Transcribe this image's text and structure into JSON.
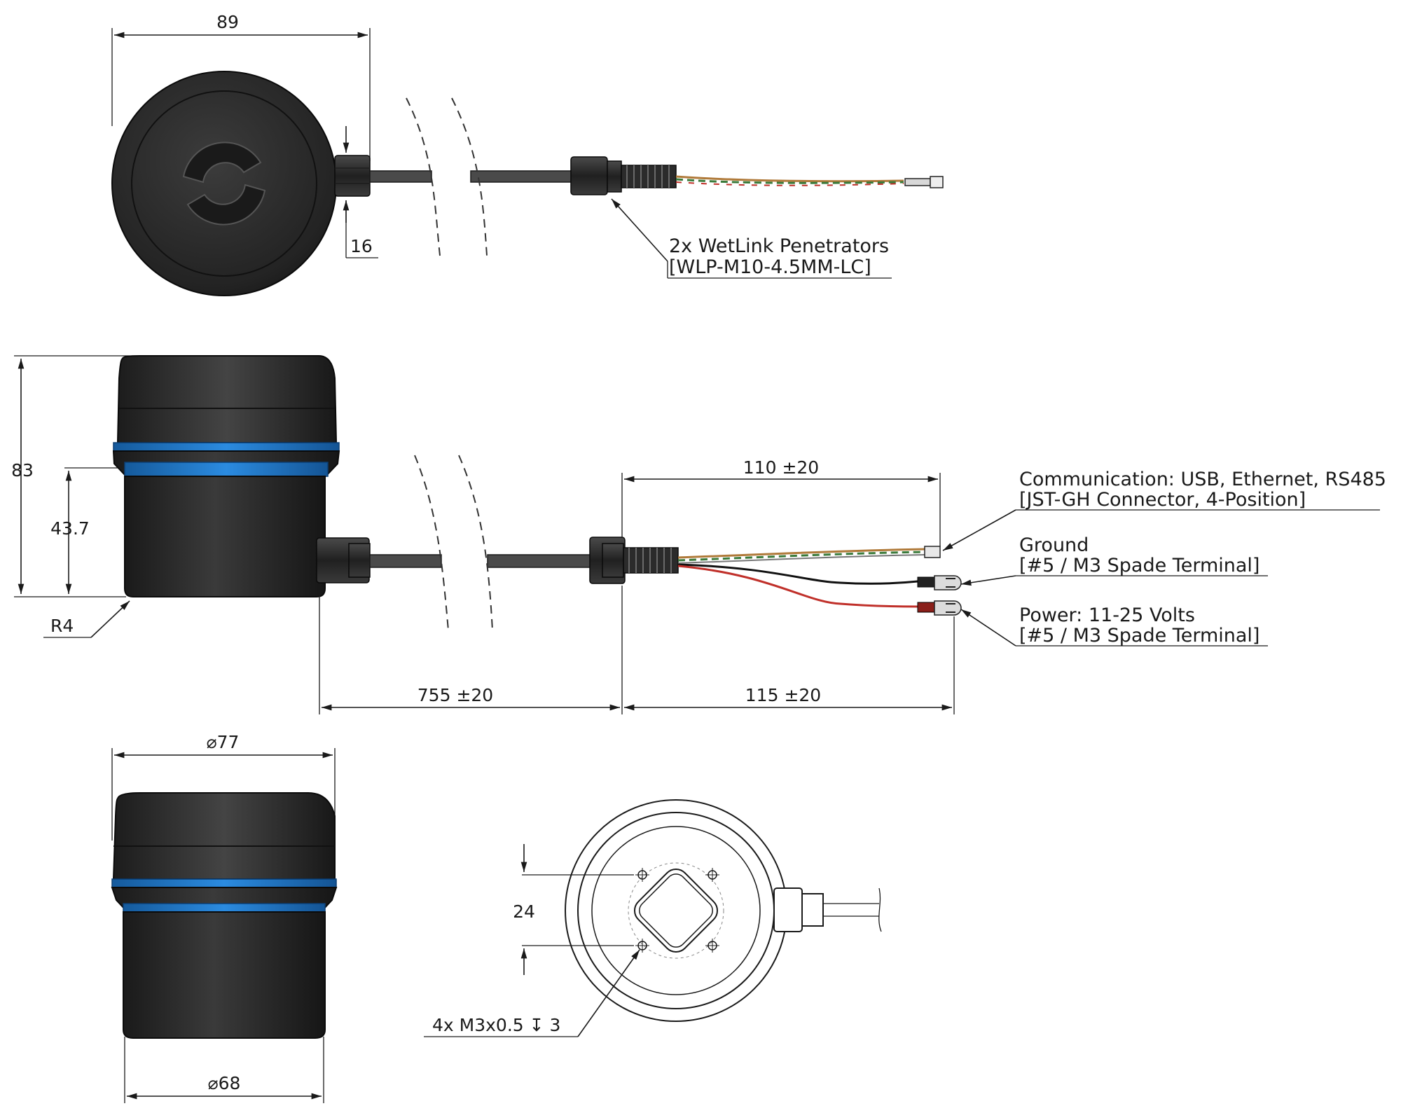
{
  "top_view": {
    "width_dim": "89",
    "flange_dim": "16",
    "penetrator_note_line1": "2x WetLink Penetrators",
    "penetrator_note_line2": "[WLP-M10-4.5MM-LC]"
  },
  "side_view": {
    "height_dim": "83",
    "lower_height_dim": "43.7",
    "radius_dim": "R4",
    "cable_length_dim": "755 ±20",
    "lead_length_dim": "115 ±20",
    "comm_lead_length_dim": "110 ±20",
    "comm_note_line1": "Communication: USB, Ethernet, RS485",
    "comm_note_line2": "[JST-GH Connector, 4-Position]",
    "ground_note_line1": "Ground",
    "ground_note_line2": "[#5 / M3 Spade Terminal]",
    "power_note_line1": "Power: 11-25 Volts",
    "power_note_line2": "[#5 / M3 Spade Terminal]"
  },
  "front_view": {
    "cap_diameter_dim": "77",
    "body_diameter_dim": "68",
    "diameter_symbol": "⌀"
  },
  "bottom_view": {
    "hole_spacing_dim": "24",
    "hole_note": "4x M3x0.5 ↧ 3"
  },
  "colors": {
    "band_blue": "#1f78c8",
    "body_black": "#2a2a2a",
    "wire_red": "#c0302a",
    "wire_green": "#3a7a3a"
  }
}
